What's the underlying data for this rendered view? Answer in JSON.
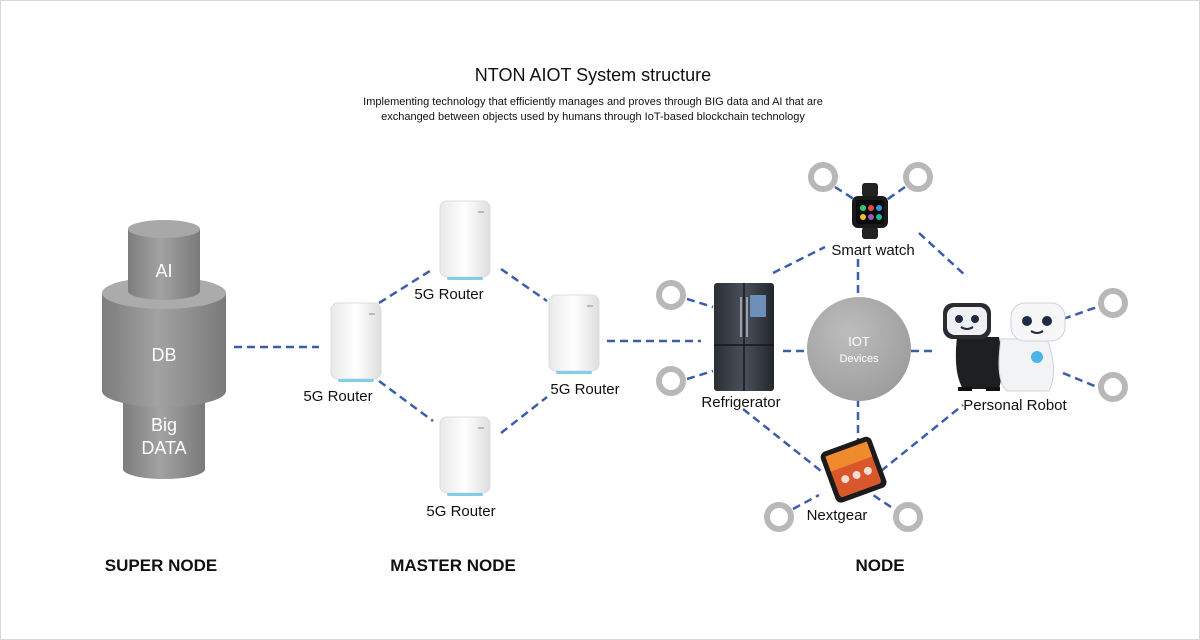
{
  "header": {
    "title": "NTON AIOT System structure",
    "subtitle_line1": "Implementing technology that efficiently manages and proves through BIG data and AI that are",
    "subtitle_line2": "exchanged between objects used by humans through IoT-based blockchain technology"
  },
  "super_node": {
    "label": "SUPER NODE",
    "layers": {
      "top": "AI",
      "middle": "DB",
      "bottom_line1": "Big",
      "bottom_line2": "DATA"
    }
  },
  "master_node": {
    "label": "MASTER NODE",
    "routers": [
      "5G Router",
      "5G Router",
      "5G Router",
      "5G Router"
    ]
  },
  "node": {
    "label": "NODE",
    "hub_line1": "IOT",
    "hub_line2": "Devices",
    "devices": {
      "smart_watch": "Smart watch",
      "refrigerator": "Refrigerator",
      "personal_robot": "Personal Robot",
      "nextgear": "Nextgear"
    }
  },
  "colors": {
    "link": "#3a5ea8",
    "cylinder": "#8f8f8f",
    "hub": "#a9a9a9",
    "ring": "#b8b8b8"
  }
}
